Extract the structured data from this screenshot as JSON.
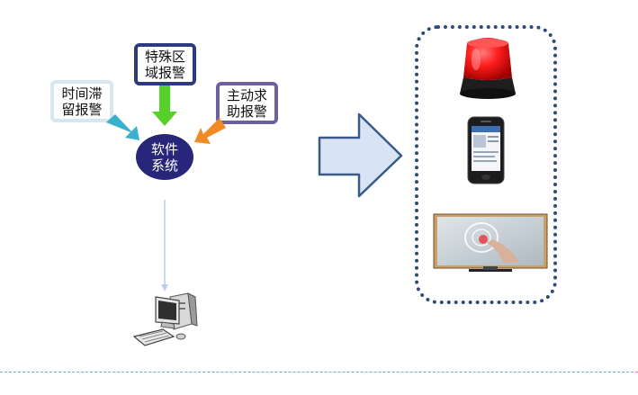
{
  "diagram": {
    "inputs": [
      {
        "id": "time",
        "lines": [
          "时间滞",
          "留报警"
        ],
        "border_color": "#d7e7f1",
        "arrow_color": "#3ab0cc"
      },
      {
        "id": "zone",
        "lines": [
          "特殊区",
          "域报警"
        ],
        "border_color": "#2e3a7f",
        "arrow_color": "#56d02b"
      },
      {
        "id": "help",
        "lines": [
          "主动求",
          "助报警"
        ],
        "border_color": "#6e5fa2",
        "arrow_color": "#f08a25"
      }
    ],
    "core": {
      "lines": [
        "软件",
        "系统"
      ],
      "fill_color": "#27267b"
    },
    "outputs": [
      {
        "name": "alarm-beacon"
      },
      {
        "name": "mobile-phone"
      },
      {
        "name": "display-screen"
      }
    ],
    "icons": [
      "computer-icon",
      "big-right-arrow-icon"
    ],
    "colors": {
      "frame": "#2e4a78",
      "big_arrow_fill": "#d8e4f4",
      "big_arrow_stroke": "#3a5a8a",
      "connector": "#b8cde8",
      "bottom_rule": "#60b6bf"
    }
  }
}
